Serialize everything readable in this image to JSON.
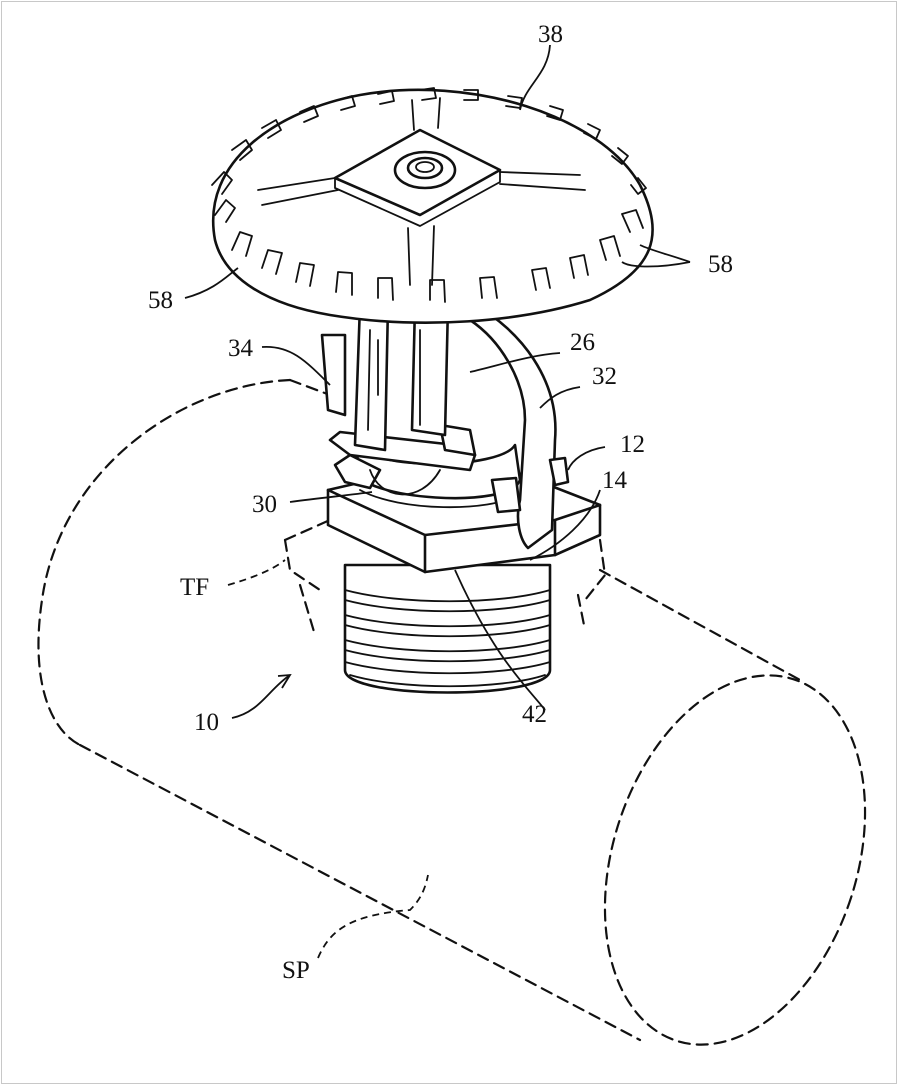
{
  "figure": {
    "labels": {
      "l38": "38",
      "l58_right": "58",
      "l58_left": "58",
      "l34": "34",
      "l26": "26",
      "l32": "32",
      "l12": "12",
      "l14": "14",
      "l30": "30",
      "lTF": "TF",
      "l42": "42",
      "l10": "10",
      "lSP": "SP"
    }
  }
}
